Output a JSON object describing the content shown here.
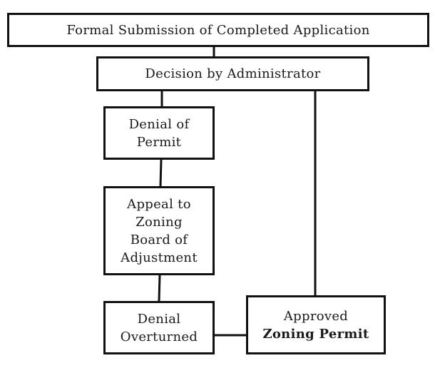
{
  "diagram": {
    "nodes": {
      "submission": {
        "lines": [
          "Formal Submission of Completed Application"
        ]
      },
      "decision": {
        "lines": [
          "Decision by Administrator"
        ]
      },
      "denial": {
        "lines": [
          "Denial of",
          "Permit"
        ]
      },
      "appeal": {
        "lines": [
          "Appeal to",
          "Zoning",
          "Board of",
          "Adjustment"
        ]
      },
      "overturned": {
        "lines": [
          "Denial",
          "Overturned"
        ]
      },
      "approved": {
        "lines": [
          "Approved"
        ],
        "emphasis": "Zoning Permit"
      }
    },
    "edges": [
      {
        "from": "submission",
        "to": "decision"
      },
      {
        "from": "decision",
        "to": "denial"
      },
      {
        "from": "denial",
        "to": "appeal"
      },
      {
        "from": "appeal",
        "to": "overturned"
      },
      {
        "from": "decision",
        "to": "approved"
      },
      {
        "from": "overturned",
        "to": "approved"
      }
    ],
    "colors": {
      "stroke": "#111111",
      "background": "#ffffff",
      "text": "#1a1a1a"
    }
  }
}
